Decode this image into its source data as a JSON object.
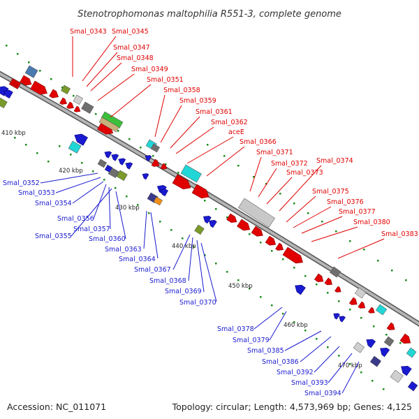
{
  "title": "Stenotrophomonas maltophilia R551-3, complete genome",
  "footer": {
    "accession": "Accession: NC_011071",
    "topology": "Topology: circular; Length: 4,573,969 bp; Genes: 4,125"
  },
  "ticks": [
    "410 kbp",
    "420 kbp",
    "430 kbp",
    "440 kbp",
    "450 kbp",
    "460 kbp",
    "470 kbp"
  ],
  "forward_labels": [
    "Smal_0343",
    "Smal_0345",
    "Smal_0347",
    "Smal_0348",
    "Smal_0349",
    "Smal_0351",
    "Smal_0358",
    "Smal_0359",
    "Smal_0361",
    "Smal_0362",
    "aceE",
    "Smal_0366",
    "Smal_0371",
    "Smal_0372",
    "Smal_0374",
    "Smal_0373",
    "Smal_0375",
    "Smal_0376",
    "Smal_0377",
    "Smal_0380",
    "Smal_0383"
  ],
  "reverse_labels": [
    "Smal_0352",
    "Smal_0353",
    "Smal_0354",
    "Smal_0356",
    "Smal_0357",
    "Smal_0355",
    "Smal_0360",
    "Smal_0363",
    "Smal_0364",
    "Smal_0367",
    "Smal_0368",
    "Smal_0369",
    "Smal_0370",
    "Smal_0378",
    "Smal_0379",
    "Smal_0385",
    "Smal_0386",
    "Smal_0392",
    "Smal_0393",
    "Smal_0394"
  ],
  "colors": {
    "forward": "#e00000",
    "reverse": "#1a1ad0",
    "backbone": "#8c8c8c",
    "gc": "#1a8c1a"
  }
}
